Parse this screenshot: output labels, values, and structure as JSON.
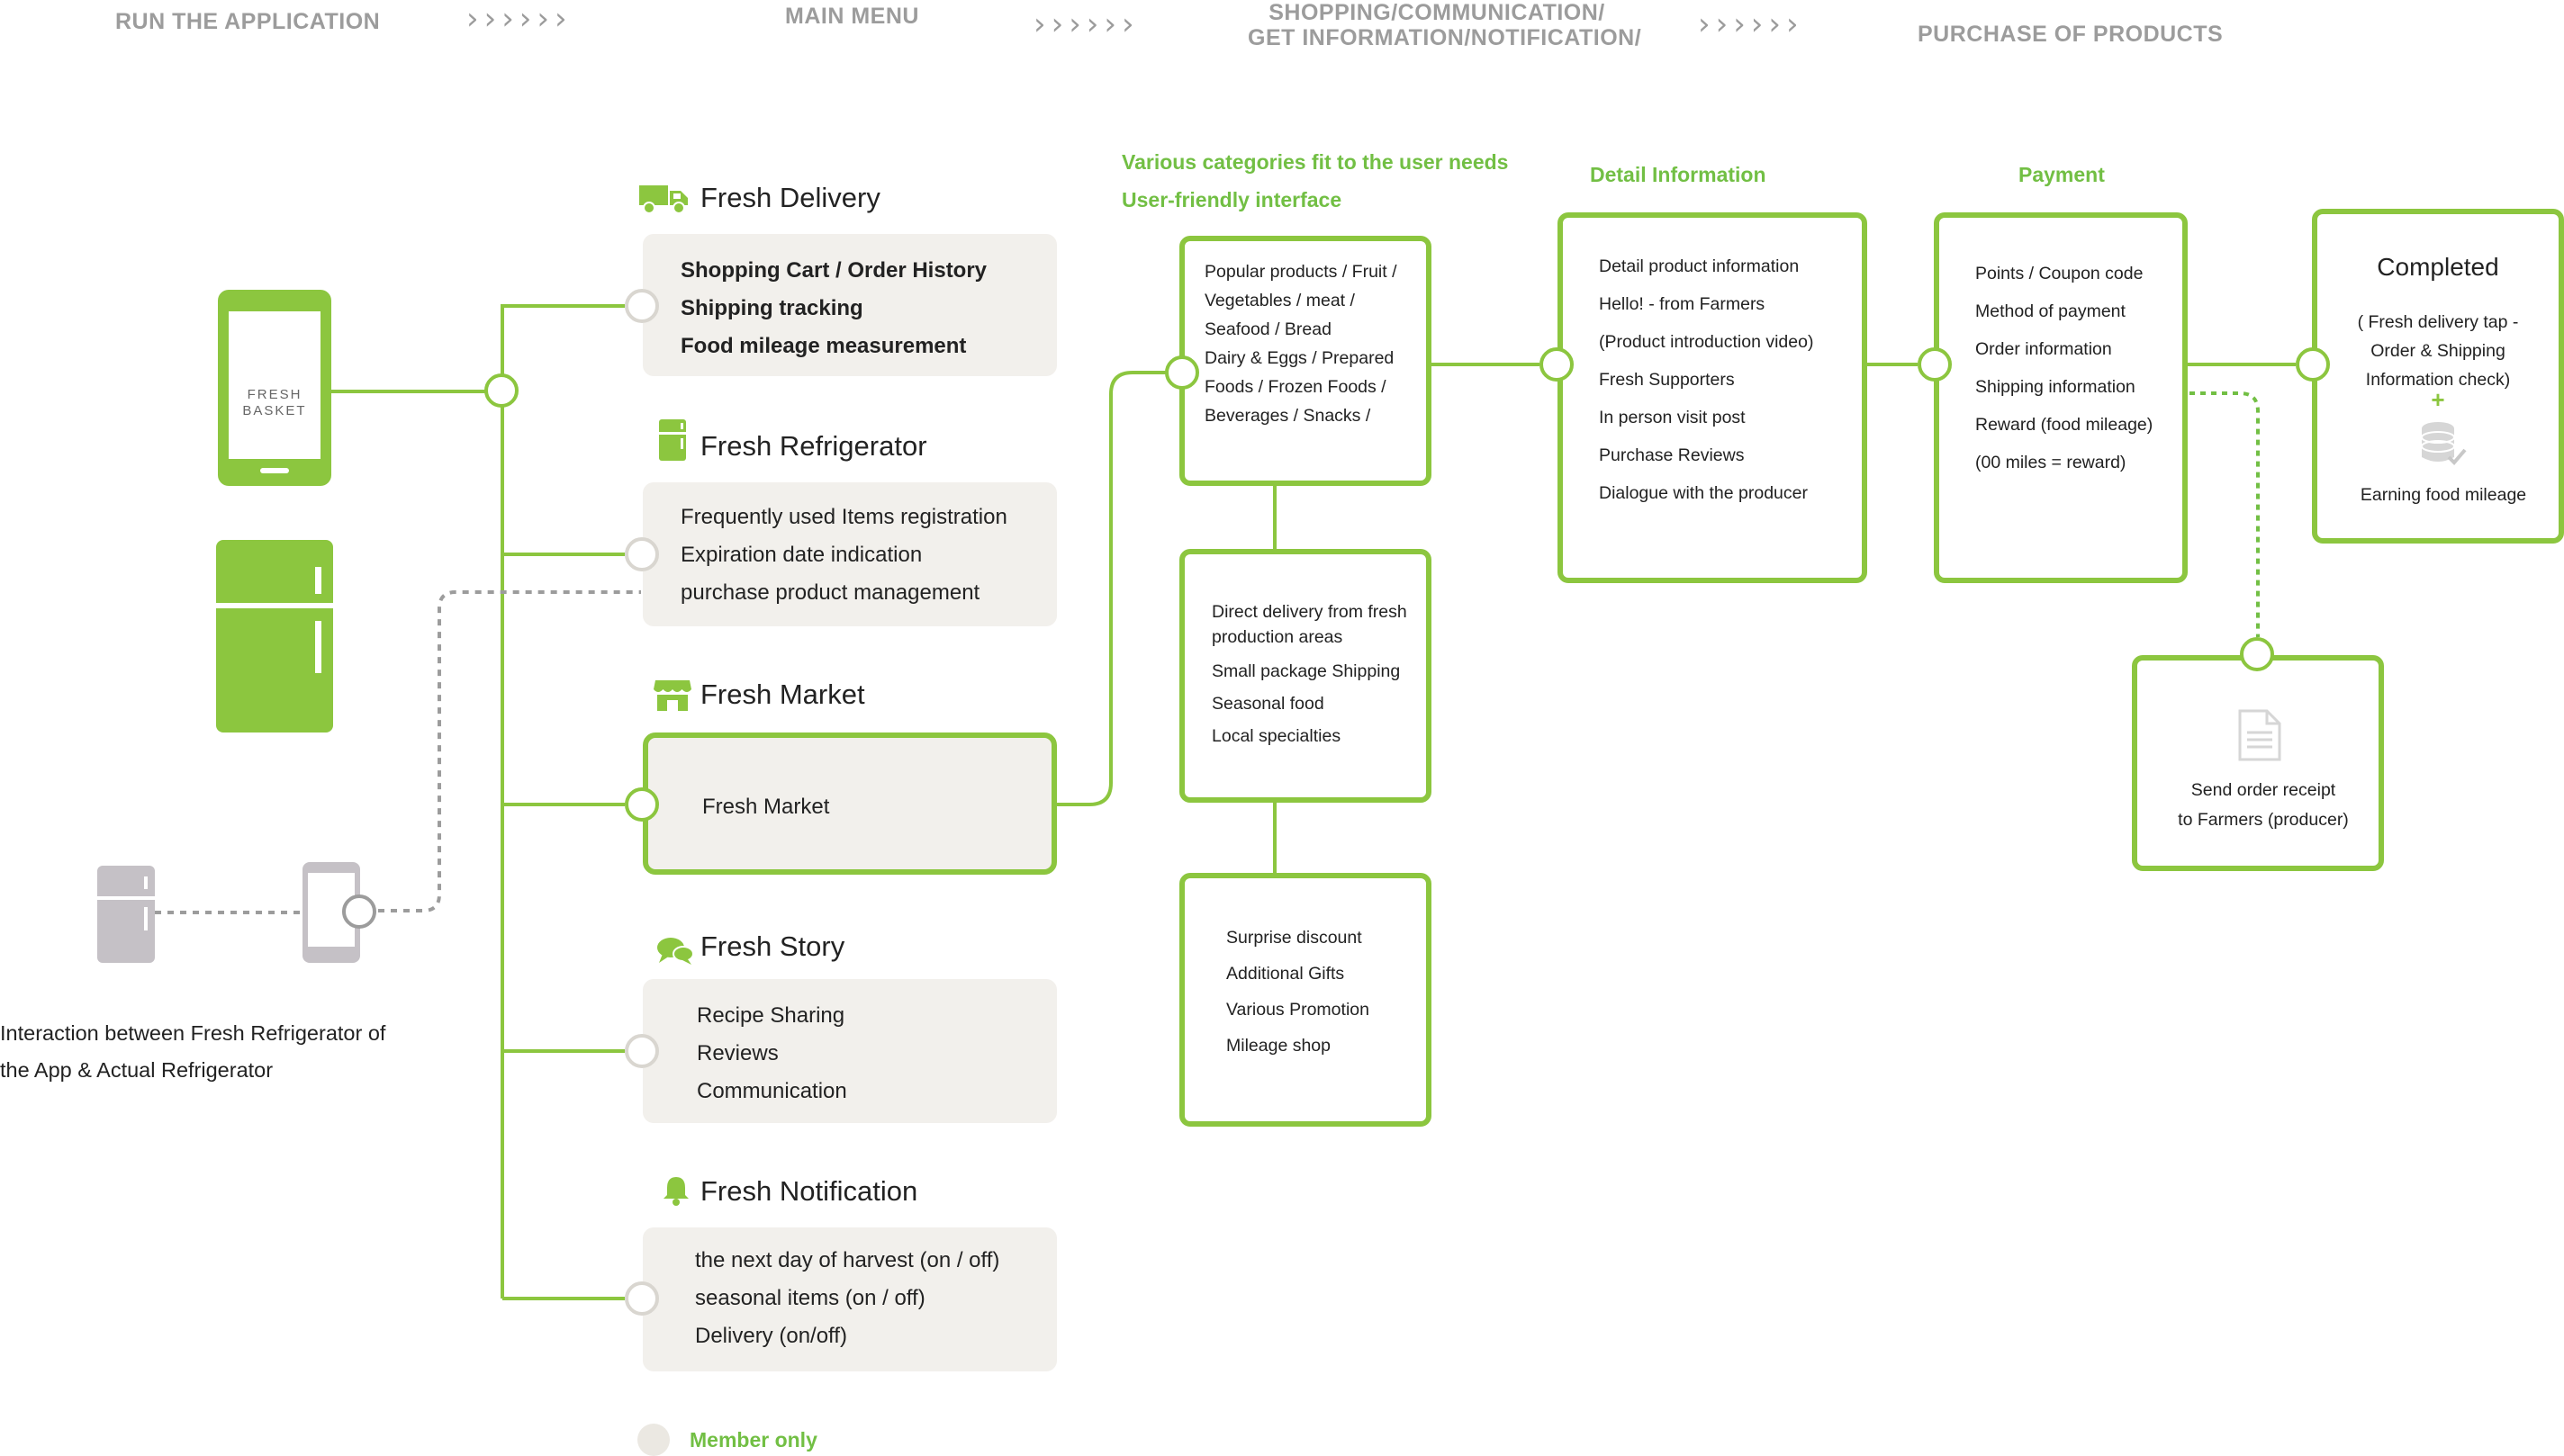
{
  "phases": {
    "run": "RUN THE APPLICATION",
    "main_menu": "MAIN MENU",
    "shopping_line1": "SHOPPING/COMMUNICATION/",
    "shopping_line2": "GET INFORMATION/NOTIFICATION/",
    "purchase": "PURCHASE OF PRODUCTS",
    "chevrons": "››››››"
  },
  "devices": {
    "phone_label_line1": "FRESH",
    "phone_label_line2": "BASKET",
    "interaction_line1": "Interaction between Fresh Refrigerator of",
    "interaction_line2": "the App & Actual Refrigerator"
  },
  "sections": [
    {
      "title": "Fresh Delivery",
      "icon": "truck-icon",
      "items": [
        "Shopping Cart / Order History",
        "Shipping tracking",
        "Food mileage measurement"
      ]
    },
    {
      "title": "Fresh Refrigerator",
      "icon": "refrigerator-icon",
      "items": [
        "Frequently used Items registration",
        "Expiration date indication",
        "purchase product management"
      ]
    },
    {
      "title": "Fresh Market",
      "icon": "store-icon",
      "items": [
        "Fresh Market"
      ]
    },
    {
      "title": "Fresh Story",
      "icon": "chat-bubbles-icon",
      "items": [
        "Recipe Sharing",
        "Reviews",
        "Communication"
      ]
    },
    {
      "title": "Fresh Notification",
      "icon": "bell-icon",
      "items": [
        "the next day of harvest (on / off)",
        "seasonal items (on / off)",
        "Delivery (on/off)"
      ]
    }
  ],
  "notes": {
    "categories_line1": "Various categories fit to the user needs",
    "categories_line2": "User-friendly interface",
    "detail": "Detail Information",
    "payment": "Payment",
    "member_only": "Member only"
  },
  "category_box": [
    "Popular products / Fruit /",
    "Vegetables / meat /",
    "Seafood / Bread",
    "Dairy & Eggs / Prepared",
    "Foods / Frozen Foods /",
    "Beverages / Snacks /"
  ],
  "direct_box": [
    "Direct delivery from fresh",
    "production areas",
    "Small package Shipping",
    "Seasonal food",
    "Local specialties"
  ],
  "promo_box": [
    "Surprise discount",
    "Additional Gifts",
    "Various Promotion",
    "Mileage shop"
  ],
  "detail_box": [
    "Detail product information",
    "Hello! - from Farmers",
    "(Product introduction video)",
    "Fresh Supporters",
    "In person visit post",
    "Purchase Reviews",
    "Dialogue with the producer"
  ],
  "payment_box": [
    "Points / Coupon code",
    "Method of payment",
    "Order information",
    "Shipping information",
    "Reward (food mileage)",
    "(00 miles = reward)"
  ],
  "completed_box": {
    "title": "Completed",
    "line1": "( Fresh delivery tap -",
    "line2": "Order & Shipping",
    "line3": "Information check)",
    "plus": "+",
    "mileage": "Earning food mileage"
  },
  "receipt_box": {
    "line1": "Send order receipt",
    "line2": "to Farmers (producer)"
  },
  "colors": {
    "green": "#8cc63f",
    "green_text": "#72bf44",
    "grey_box": "#f2f0ec",
    "phase_grey": "#9c9c9c",
    "device_grey": "#c5c1c6"
  }
}
